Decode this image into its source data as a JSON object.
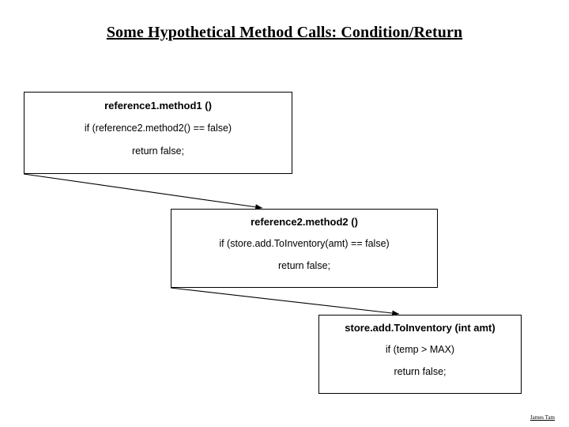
{
  "title": "Some Hypothetical Method Calls: Condition/Return",
  "boxes": [
    {
      "name": "method1-box",
      "lines": [
        "reference1.method1 ()",
        "if (reference2.method2() == false)",
        "return false;"
      ]
    },
    {
      "name": "method2-box",
      "lines": [
        "reference2.method2 ()",
        "if (store.add.ToInventory(amt) == false)",
        "return false;"
      ]
    },
    {
      "name": "add-to-inventory-box",
      "lines": [
        "store.add.ToInventory (int amt)",
        "if (temp > MAX)",
        "return false;"
      ]
    }
  ],
  "arrows": [
    {
      "name": "arrow-method1-to-method2"
    },
    {
      "name": "arrow-method2-to-inventory"
    }
  ],
  "credit": "James Tam",
  "colors": {
    "background": "#ffffff",
    "foreground": "#000000",
    "box_border": "#000000"
  }
}
